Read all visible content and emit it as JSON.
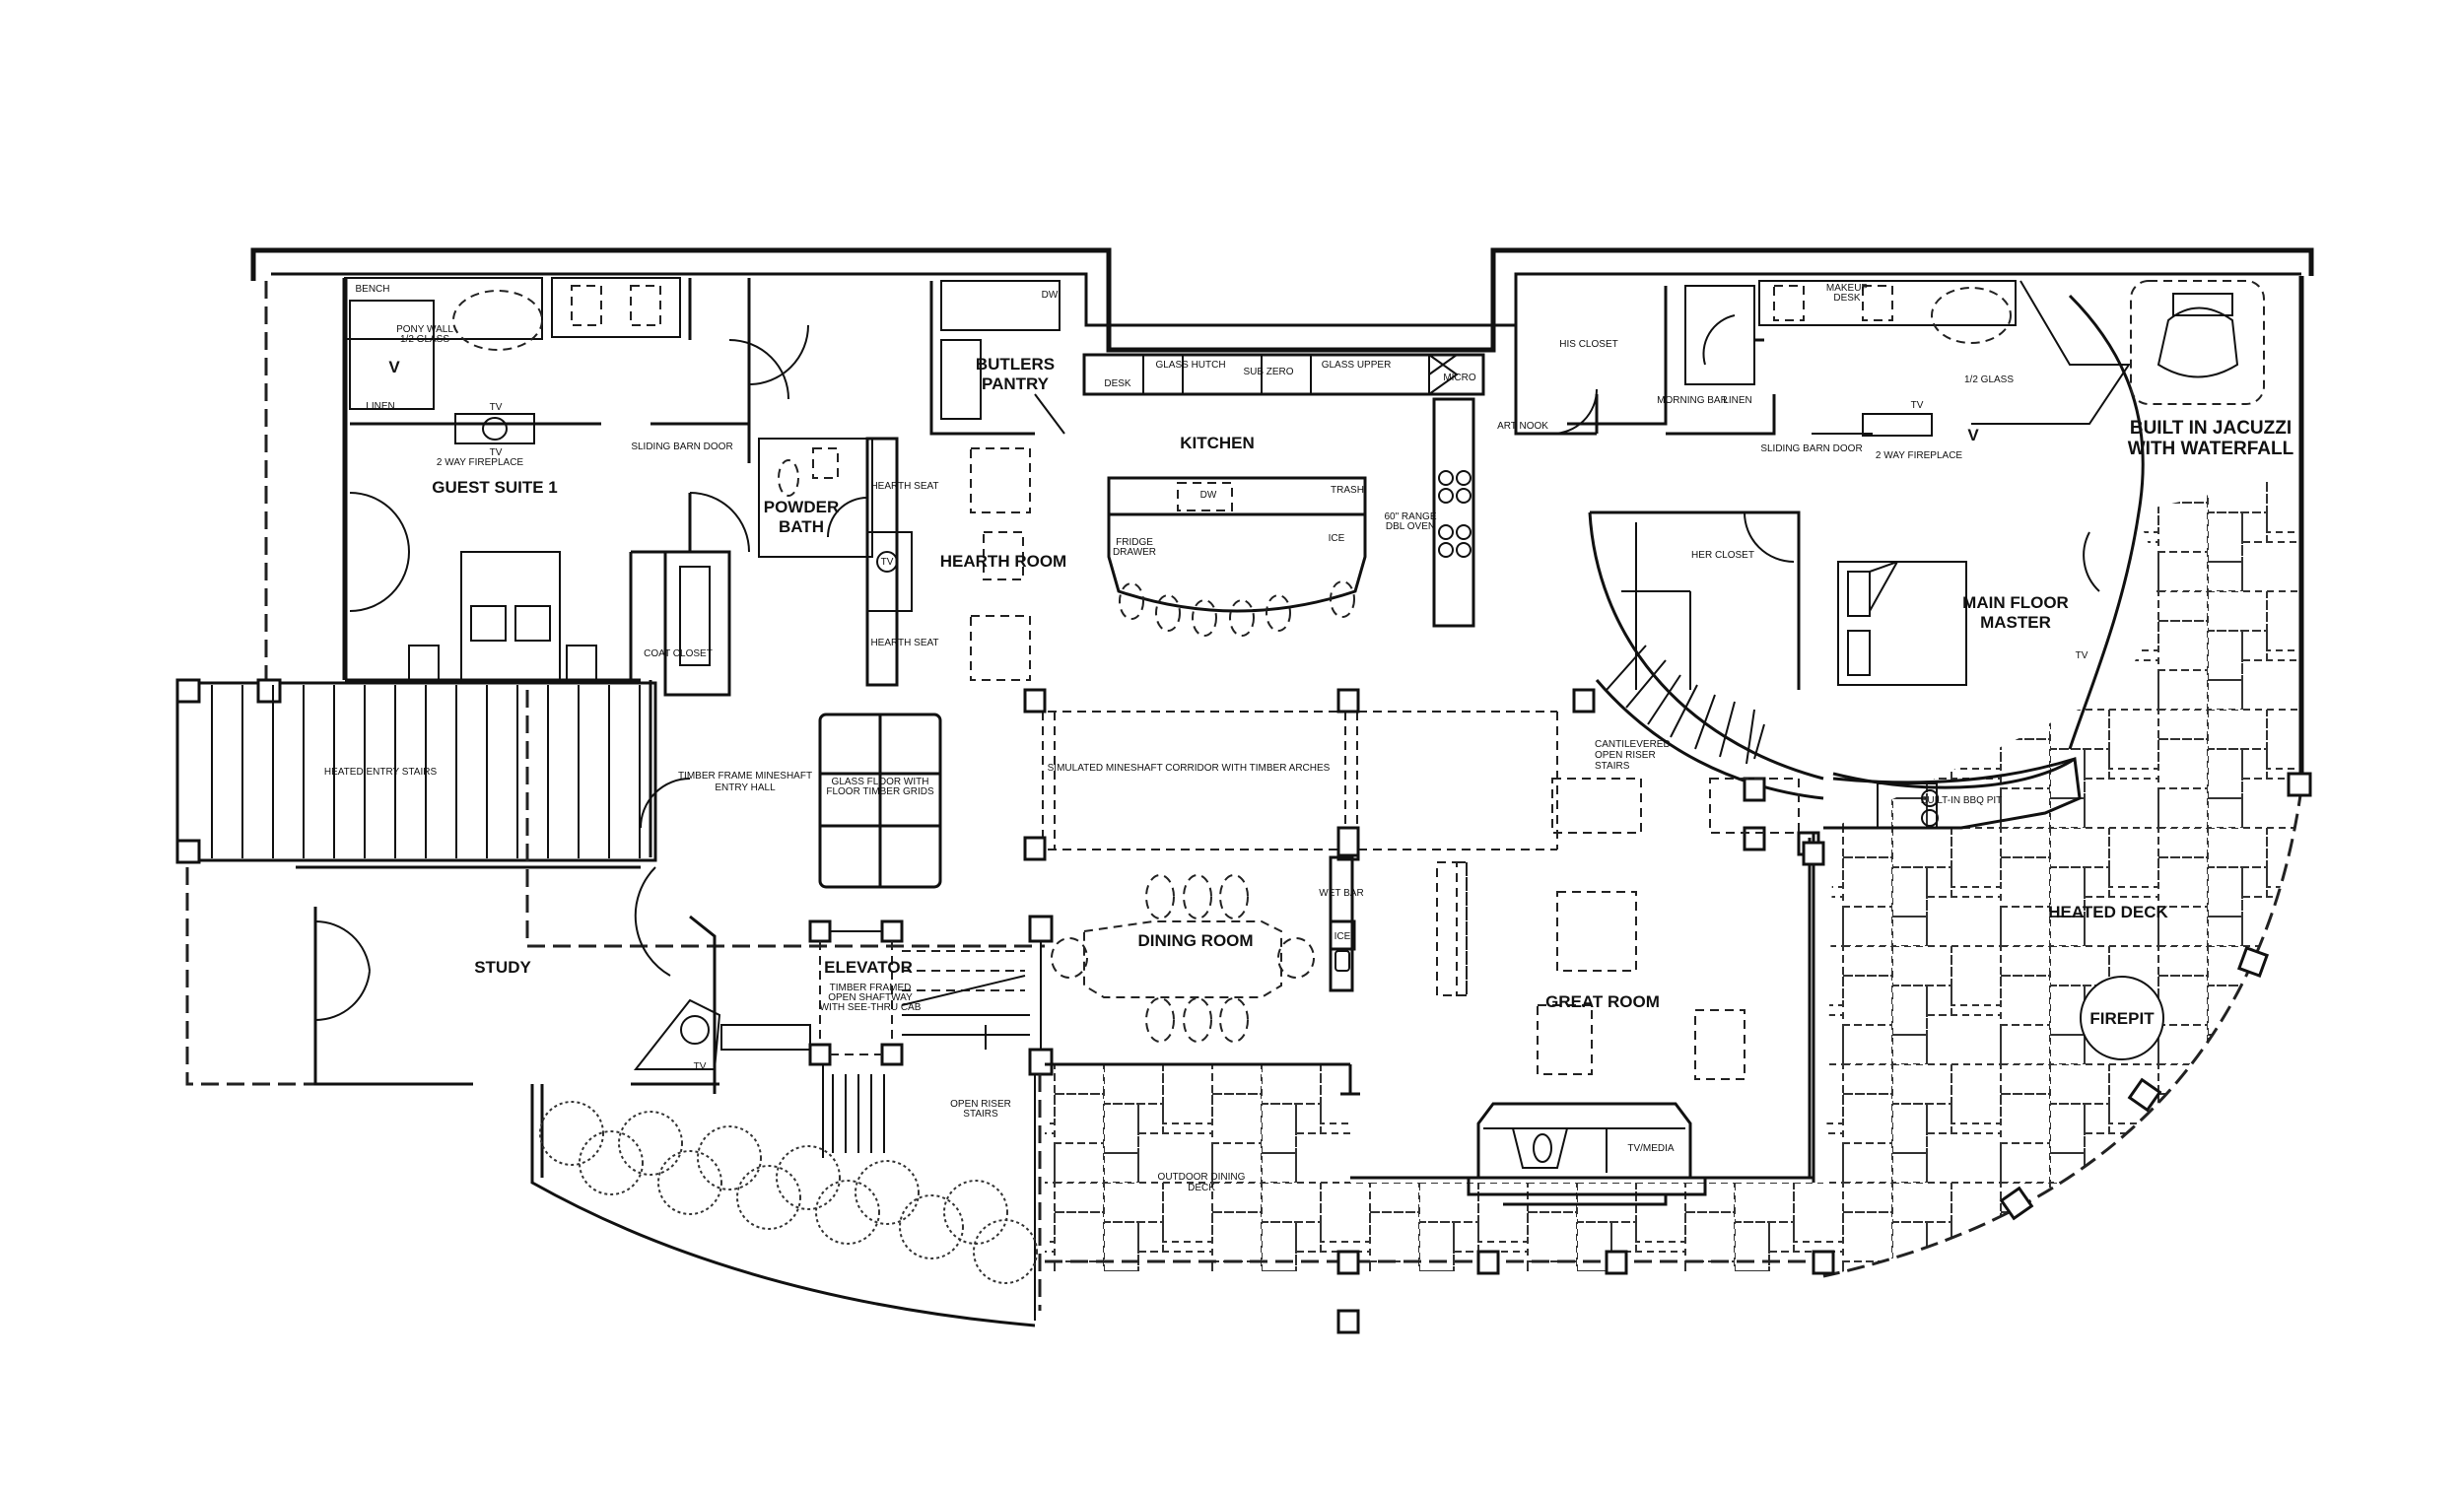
{
  "rooms": {
    "guest_suite": "GUEST SUITE 1",
    "powder_bath": [
      "POWDER",
      "BATH"
    ],
    "butlers_pantry": [
      "BUTLERS",
      "PANTRY"
    ],
    "kitchen": "KITCHEN",
    "hearth_room": "HEARTH ROOM",
    "his_closet": "HIS CLOSET",
    "her_closet": "HER CLOSET",
    "main_master": [
      "MAIN FLOOR",
      "MASTER"
    ],
    "jacuzzi": [
      "BUILT IN JACUZZI",
      "WITH WATERFALL"
    ],
    "entry_stairs": "HEATED ENTRY STAIRS",
    "entry_hall": [
      "TIMBER FRAME MINESHAFT",
      "ENTRY HALL"
    ],
    "glass_floor": [
      "GLASS FLOOR WITH",
      "FLOOR TIMBER GRIDS"
    ],
    "corridor": "SIMULATED MINESHAFT CORRIDOR WITH TIMBER ARCHES",
    "cantilever_stairs": [
      "CANTILEVERED",
      "OPEN RISER",
      "STAIRS"
    ],
    "study": "STUDY",
    "elevator": "ELEVATOR",
    "elevator_note": [
      "TIMBER FRAMED",
      "OPEN SHAFTWAY",
      "WITH SEE-THRU CAB"
    ],
    "dining_room": "DINING ROOM",
    "wet_bar": "WET BAR",
    "wet_bar_ice": "ICE",
    "great_room": "GREAT ROOM",
    "heated_deck": "HEATED DECK",
    "firepit": "FIREPIT",
    "bbq": "BUILT-IN BBQ PIT",
    "open_riser_stairs": [
      "OPEN RISER",
      "STAIRS"
    ],
    "outdoor_dining": [
      "OUTDOOR DINING",
      "DECK"
    ],
    "tv_media": "TV/MEDIA"
  },
  "fixtures": {
    "bench": "BENCH",
    "pony_wall": [
      "PONY WALL",
      "1/2 GLASS"
    ],
    "guest_linen": "LINEN",
    "guest_tv_top": "TV",
    "guest_tv_bottom": "TV",
    "guest_fireplace": "2 WAY FIREPLACE",
    "guest_barn_door": "SLIDING BARN DOOR",
    "shower_v": "V",
    "hearth_seat_top": "HEARTH SEAT",
    "hearth_seat_bottom": "HEARTH SEAT",
    "hearth_tv": "TV",
    "coat_closet": "COAT CLOSET",
    "pantry_dw": "DW",
    "desk": "DESK",
    "glass_hutch": "GLASS HUTCH",
    "sub_zero": "SUB ZERO",
    "glass_upper": "GLASS UPPER",
    "micro": "MICRO",
    "island_dw": "DW",
    "trash": "TRASH",
    "fridge_drawer": [
      "FRIDGE",
      "DRAWER"
    ],
    "island_ice": "ICE",
    "range": [
      "60\" RANGE",
      "DBL OVEN"
    ],
    "art_nook": "ART NOOK",
    "morning_bar": "MORNING BAR",
    "master_linen": "LINEN",
    "makeup_desk": [
      "MAKEUP",
      "DESK"
    ],
    "master_barn_door": "SLIDING BARN DOOR",
    "master_tv": "TV",
    "master_fireplace": "2 WAY FIREPLACE",
    "half_glass": "1/2 GLASS",
    "master_shower_v": "V",
    "master_wall_tv": "TV",
    "study_tv": "TV"
  }
}
